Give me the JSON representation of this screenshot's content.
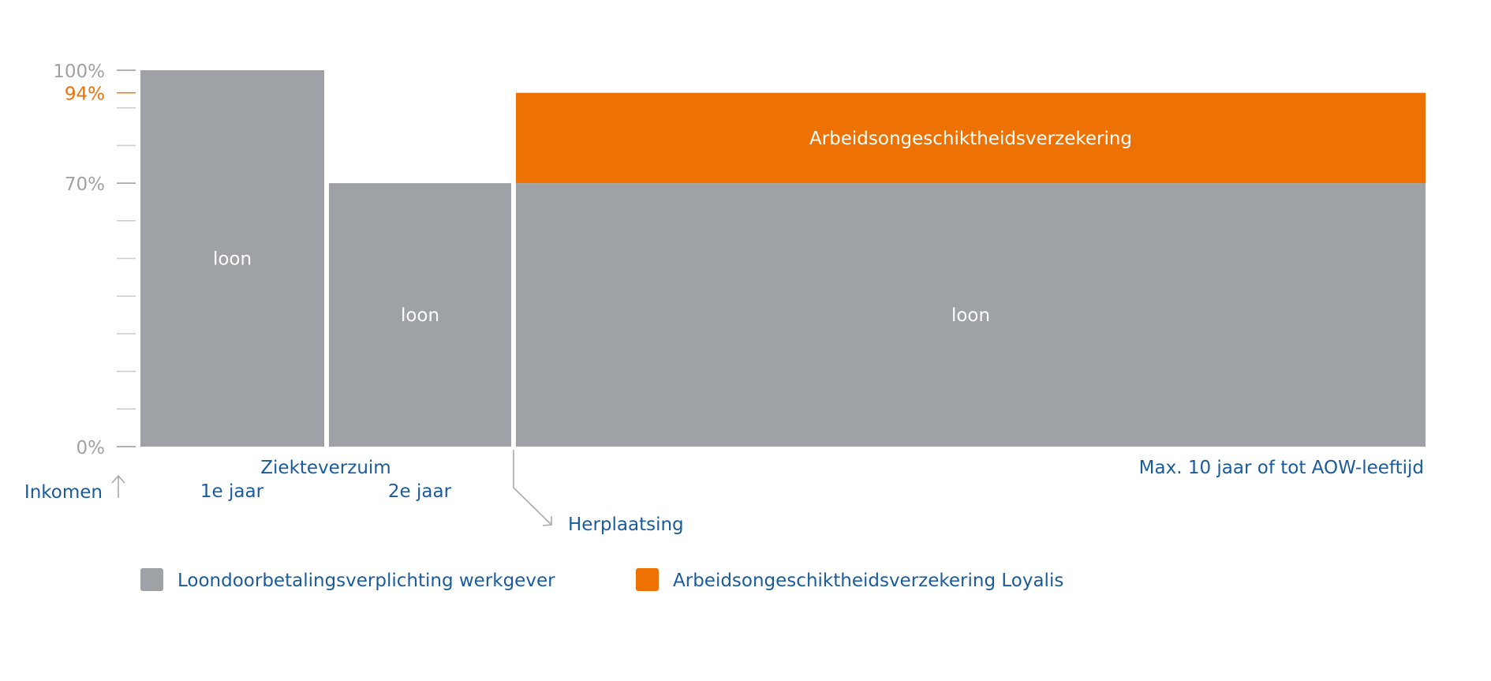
{
  "colors": {
    "gray": "#9ea2a6",
    "orange": "#ee7203",
    "blue": "#1a5b9c",
    "axis_gray": "#a8abae",
    "white": "#ffffff"
  },
  "chart_data": {
    "type": "bar",
    "ylabel": "Inkomen",
    "ylim": [
      0,
      100
    ],
    "yticks": [
      {
        "value": 100,
        "label": "100%",
        "color": "gray"
      },
      {
        "value": 94,
        "label": "94%",
        "color": "orange"
      },
      {
        "value": 70,
        "label": "70%",
        "color": "gray"
      },
      {
        "value": 0,
        "label": "0%",
        "color": "gray"
      }
    ],
    "minor_tick_step": 10,
    "periods": [
      {
        "label": "1e jaar"
      },
      {
        "label": "2e jaar"
      },
      {
        "label": "Max. 10 jaar of tot AOW-leeftijd"
      }
    ],
    "group_label": "Ziekteverzuim",
    "annotation": "Herplaatsing",
    "series": [
      {
        "name": "Loondoorbetalingsverplichting werkgever",
        "color": "gray",
        "segment_label": "loon",
        "values": [
          100,
          70,
          70
        ]
      },
      {
        "name": "Arbeidsongeschiktheidsverzekering Loyalis",
        "color": "orange",
        "segment_label": "Arbeidsongeschiktheidsverzekering",
        "values": [
          0,
          0,
          24
        ]
      }
    ]
  }
}
